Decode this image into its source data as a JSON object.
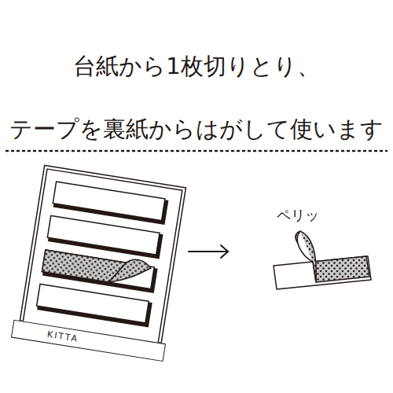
{
  "diagram": {
    "title": "台紙から1枚切りとり、 テープを裏紙からはがして使います",
    "nodes": [
      {
        "text": [
          "KITTA"
        ]
      }
    ],
    "labels": [
      "ペリッ"
    ]
  }
}
